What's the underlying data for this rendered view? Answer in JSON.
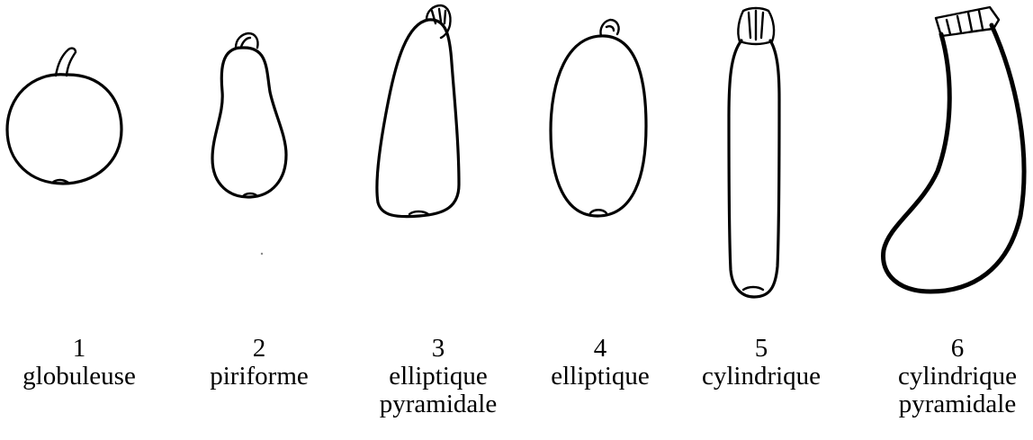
{
  "items": [
    {
      "number": "1",
      "label": [
        "globuleuse"
      ]
    },
    {
      "number": "2",
      "label": [
        "piriforme"
      ]
    },
    {
      "number": "3",
      "label": [
        "elliptique",
        "pyramidale"
      ]
    },
    {
      "number": "4",
      "label": [
        "elliptique"
      ]
    },
    {
      "number": "5",
      "label": [
        "cylindrique"
      ]
    },
    {
      "number": "6",
      "label": [
        "cylindrique",
        "pyramidale"
      ]
    }
  ],
  "colors": {
    "ink": "#000000",
    "background": "#ffffff"
  }
}
